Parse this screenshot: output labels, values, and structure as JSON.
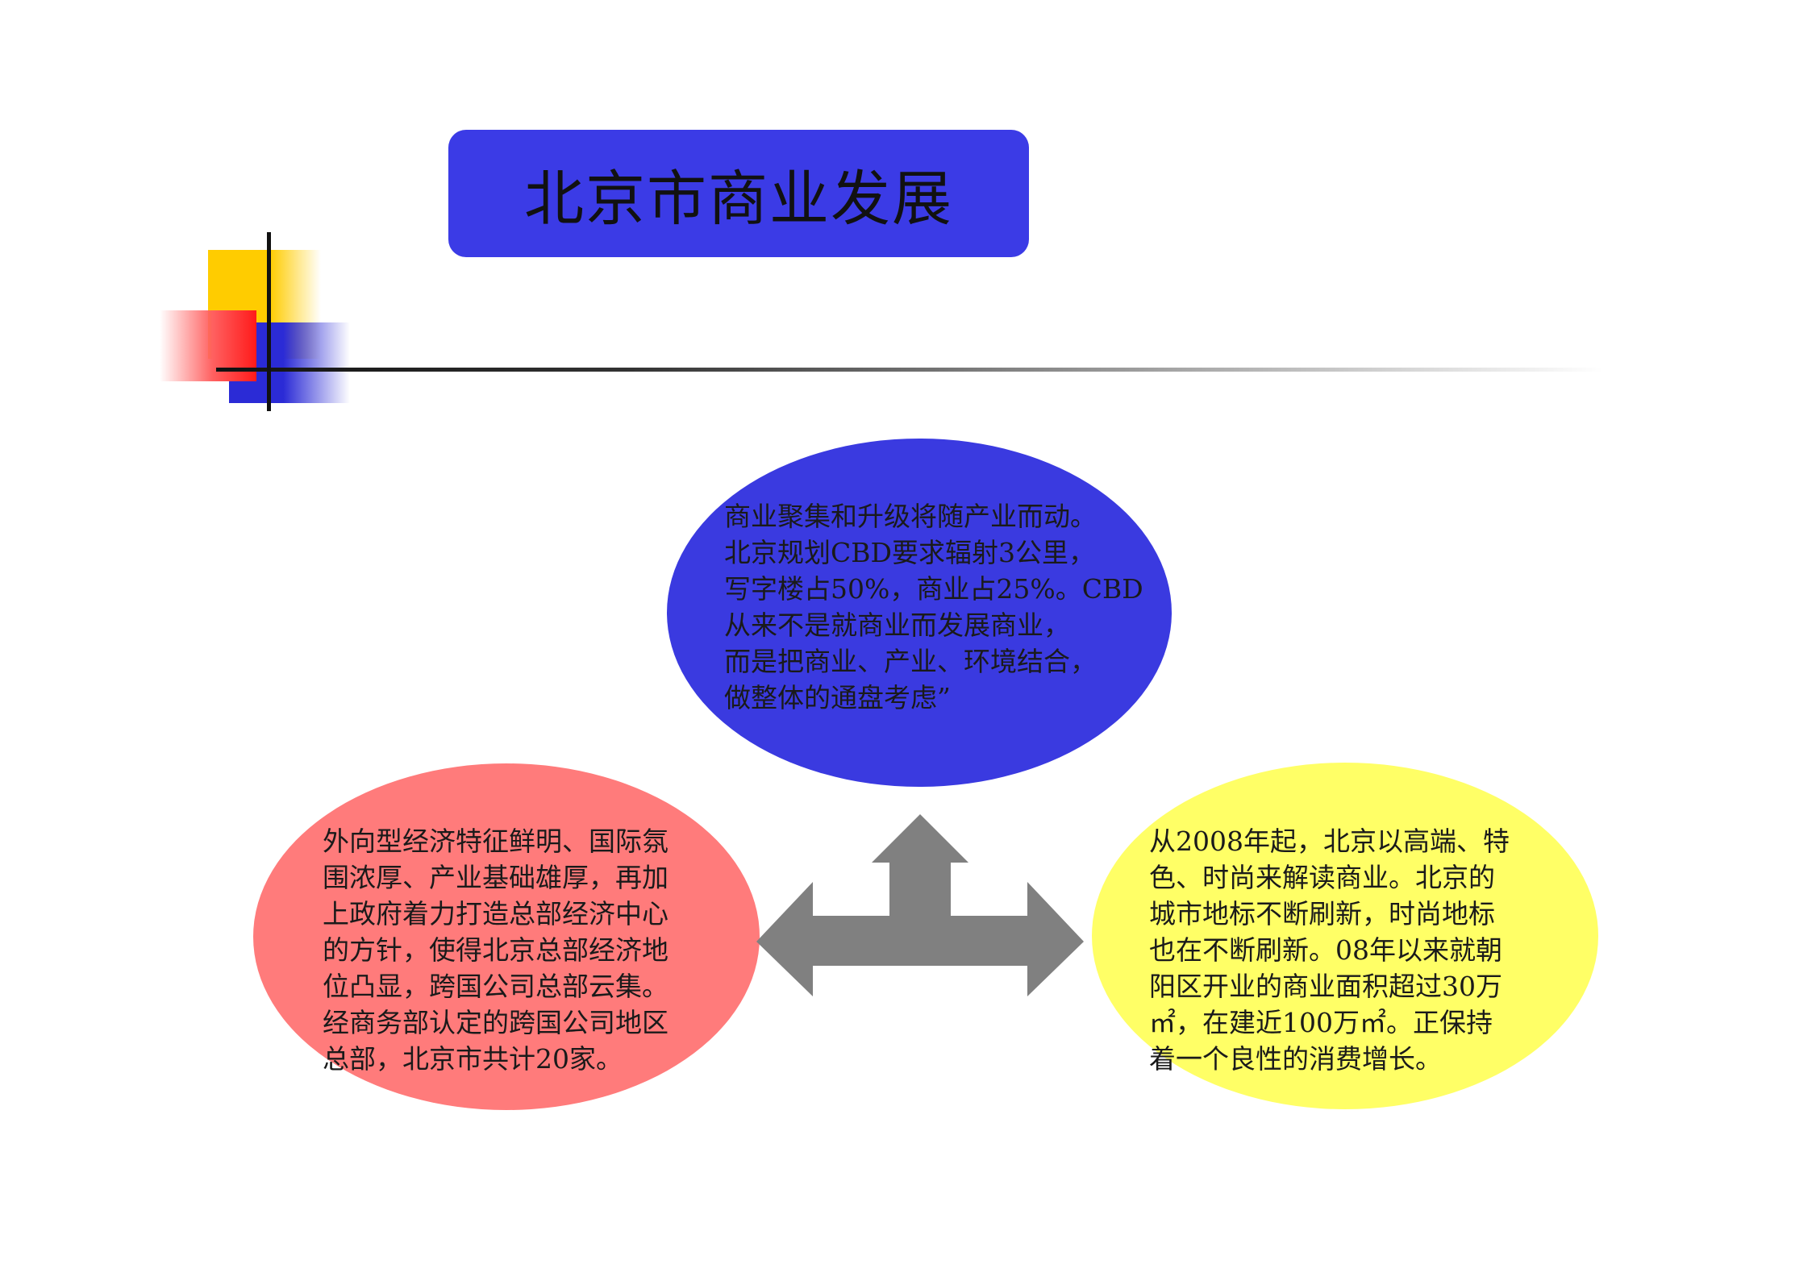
{
  "title": "北京市商业发展",
  "colors": {
    "title_bg": "#3b3be6",
    "top_ellipse": "#3a3ae0",
    "left_ellipse": "#ff7b7b",
    "right_ellipse": "#ffff66",
    "arrow": "#808080"
  },
  "nodes": {
    "top": {
      "text": "商业聚集和升级将随产业而动。\n北京规划CBD要求辐射3公里，\n写字楼占50%，商业占25%。CBD\n从来不是就商业而发展商业，\n而是把商业、产业、环境结合，\n做整体的通盘考虑”"
    },
    "left": {
      "text": "外向型经济特征鲜明、国际氛\n围浓厚、产业基础雄厚，再加\n上政府着力打造总部经济中心\n的方针，使得北京总部经济地\n位凸显，跨国公司总部云集。\n经商务部认定的跨国公司地区\n总部，北京市共计20家。"
    },
    "right": {
      "text": "从2008年起，北京以高端、特\n色、时尚来解读商业。北京的\n城市地标不断刷新，时尚地标\n也在不断刷新。08年以来就朝\n阳区开业的商业面积超过30万\n㎡，在建近100万㎡。正保持\n着一个良性的消费增长。"
    }
  }
}
